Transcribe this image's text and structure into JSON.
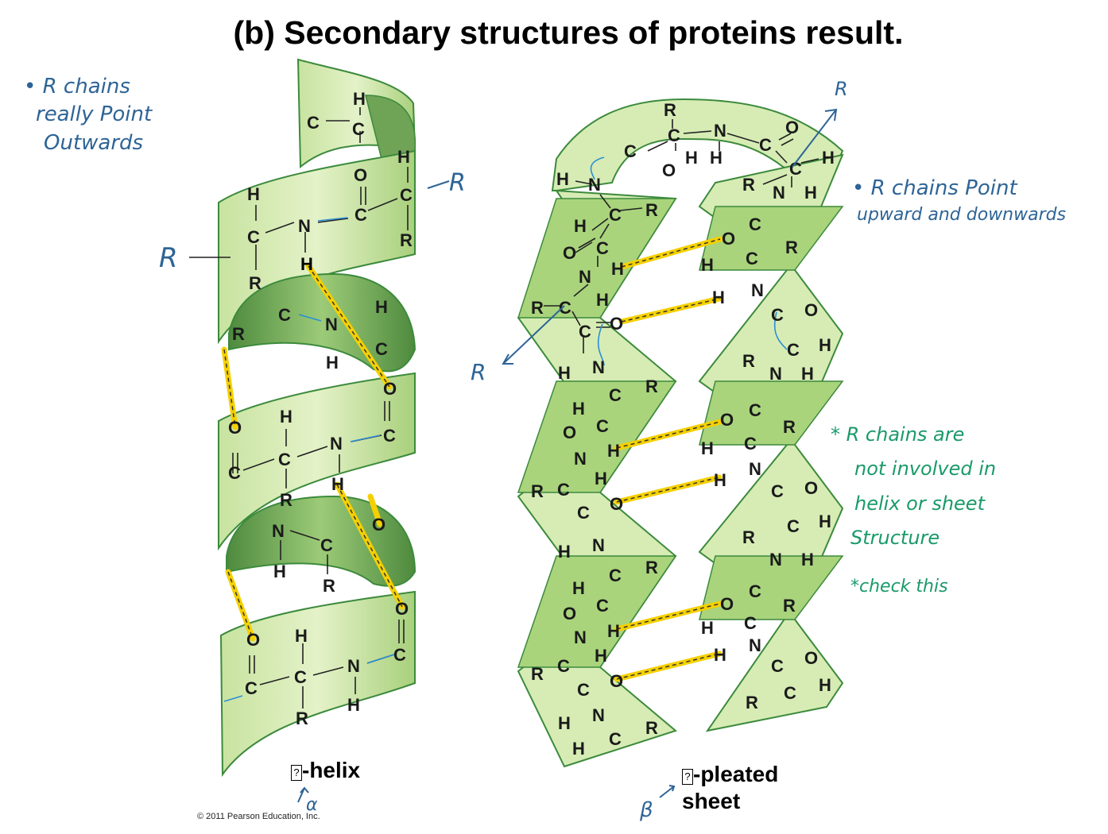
{
  "title": "(b) Secondary structures of proteins result.",
  "captions": {
    "helix_glyph": "?",
    "helix_text": "-helix",
    "sheet_glyph": "?",
    "sheet_text_1": "-pleated",
    "sheet_text_2": "sheet"
  },
  "copyright": "© 2011 Pearson Education, Inc.",
  "annotations": {
    "left_note": [
      "• R chains",
      "really Point",
      "Outwards"
    ],
    "right_note": [
      "• R chains Point",
      "upward and downwards"
    ],
    "green_note": [
      "* R chains are",
      "not involved in",
      "helix or sheet",
      "Structure",
      "*check this"
    ],
    "r_label": "R",
    "alpha": "α",
    "beta": "β"
  },
  "colors": {
    "ribbon_light": "#d6ecb4",
    "ribbon_mid": "#b9dc8e",
    "ribbon_dark": "#6fa356",
    "ribbon_edge": "#3c8a3c",
    "hbond": "#f5d000",
    "annotation_blue": "#2e6496",
    "annotation_green": "#1a9a6a"
  }
}
